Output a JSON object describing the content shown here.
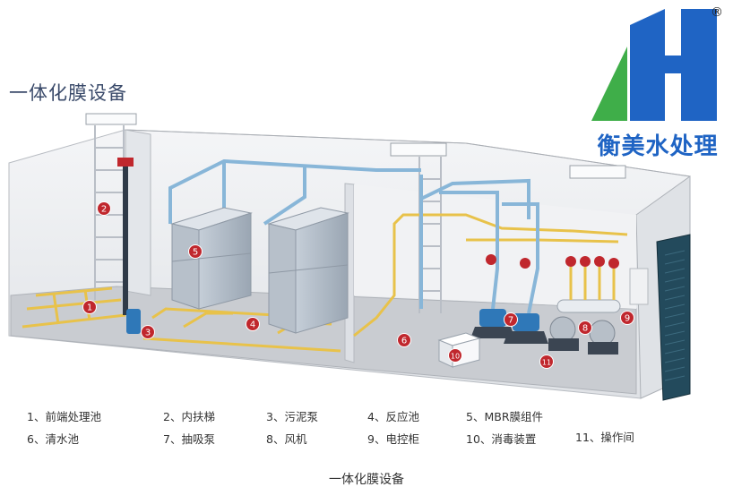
{
  "title": "一体化膜设备",
  "caption": "一体化膜设备",
  "logo": {
    "text": "衡美水处理",
    "registered": "®",
    "blue": "#1f64c4",
    "green": "#3fae49"
  },
  "markers": [
    "1",
    "2",
    "3",
    "4",
    "5",
    "6",
    "7",
    "8",
    "9",
    "10",
    "11"
  ],
  "legend": [
    "1、前端处理池",
    "2、内扶梯",
    "3、污泥泵",
    "4、反应池",
    "5、MBR膜组件",
    "6、清水池",
    "7、抽吸泵",
    "8、风机",
    "9、电控柜",
    "10、消毒装置",
    "11、操作间"
  ],
  "colors": {
    "marker": "#c0272d",
    "pipe": "#88b6d8",
    "yellowPipe": "#e8c24a",
    "wall": "#eef0f3",
    "floor": "#c9ccd1"
  }
}
